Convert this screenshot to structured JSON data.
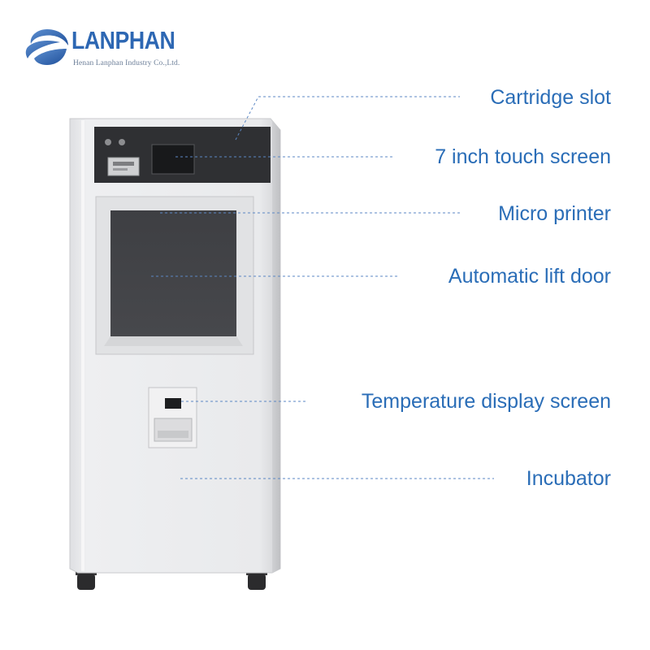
{
  "logo": {
    "brand": "LANPHAN",
    "company": "Henan Lanphan Industry Co.,Ltd.",
    "brand_color": "#2d67b3"
  },
  "callouts": [
    {
      "id": "cartridge-slot",
      "label": "Cartridge slot"
    },
    {
      "id": "touch-screen",
      "label": "7 inch touch screen"
    },
    {
      "id": "micro-printer",
      "label": "Micro printer"
    },
    {
      "id": "lift-door",
      "label": "Automatic lift door"
    },
    {
      "id": "temperature-display",
      "label": "Temperature display screen"
    },
    {
      "id": "incubator",
      "label": "Incubator"
    }
  ],
  "colors": {
    "label_text": "#2a6db7",
    "leader_line": "#5b87c4",
    "cabinet_body": "#e8e8ea",
    "panel_dark": "#353538",
    "door_glass": "#404044"
  }
}
